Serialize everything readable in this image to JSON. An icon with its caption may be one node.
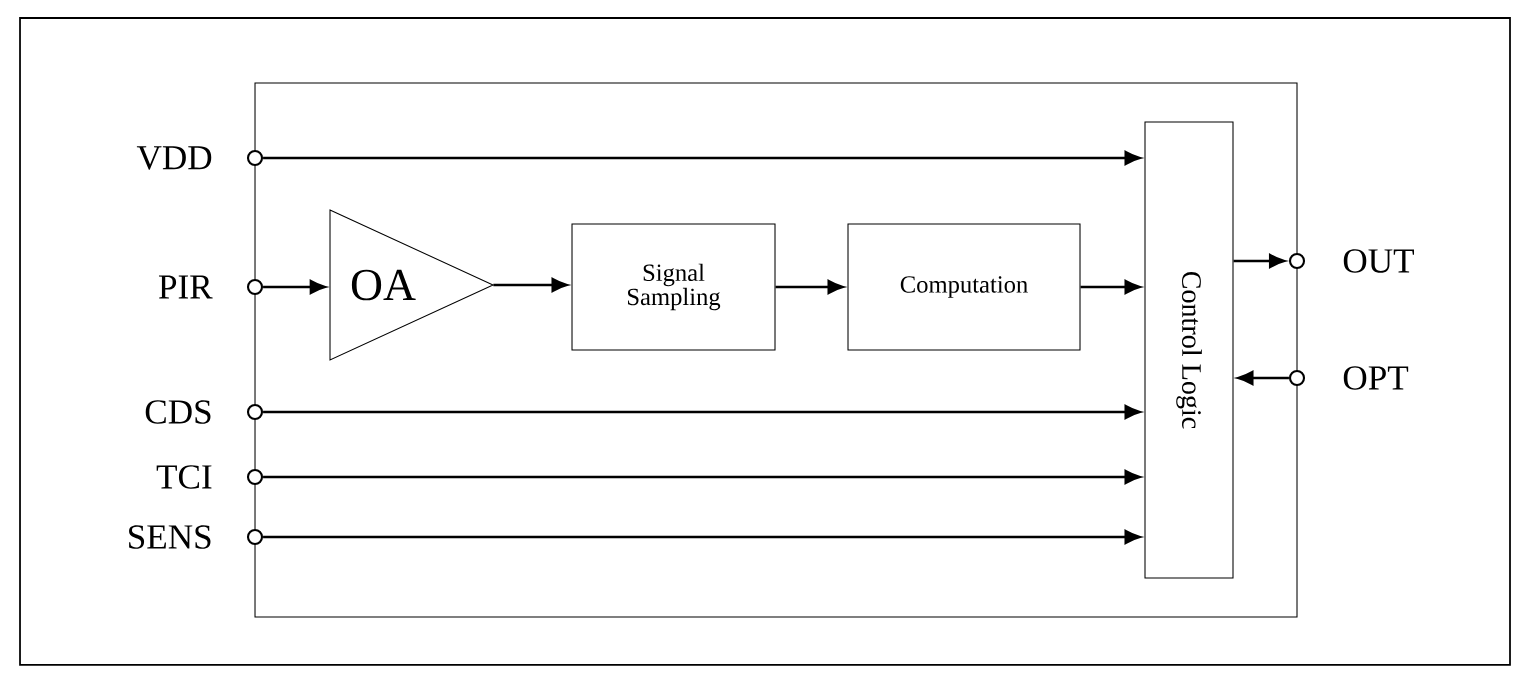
{
  "diagram": {
    "nodes": [
      {
        "text": [],
        "shape": "box"
      },
      {
        "text": [],
        "shape": "circle",
        "beside": [
          "VDD"
        ]
      },
      {
        "text": [],
        "shape": "circle",
        "beside": [
          "PIR"
        ]
      },
      {
        "text": [],
        "shape": "circle",
        "beside": [
          "CDS"
        ]
      },
      {
        "text": [],
        "shape": "circle",
        "beside": [
          "TCI"
        ]
      },
      {
        "text": [],
        "shape": "circle",
        "beside": [
          "SENS"
        ]
      },
      {
        "text": [
          "OA"
        ],
        "in": 0
      },
      {
        "text": [
          "Signal Sampling"
        ],
        "in": 0
      },
      {
        "text": [
          "Computation"
        ],
        "in": 0
      },
      {
        "text": [
          "Control Logic"
        ],
        "in": 0
      },
      {
        "text": [],
        "shape": "circle",
        "beside": [
          "OUT"
        ]
      },
      {
        "text": [],
        "shape": "circle",
        "beside": [
          "OPT"
        ]
      }
    ],
    "edges": [
      {
        "from": 1,
        "to": 9,
        "arrow": "to"
      },
      {
        "from": 2,
        "to": 6,
        "arrow": "to"
      },
      {
        "from": 6,
        "to": 7,
        "arrow": "to"
      },
      {
        "from": 7,
        "to": 8,
        "arrow": "to"
      },
      {
        "from": 8,
        "to": 9,
        "arrow": "to"
      },
      {
        "from": 3,
        "to": 9,
        "arrow": "to"
      },
      {
        "from": 4,
        "to": 9,
        "arrow": "to"
      },
      {
        "from": 5,
        "to": 9,
        "arrow": "to"
      },
      {
        "from": 9,
        "to": 10,
        "arrow": "to"
      },
      {
        "from": 11,
        "to": 9,
        "arrow": "to"
      }
    ]
  }
}
